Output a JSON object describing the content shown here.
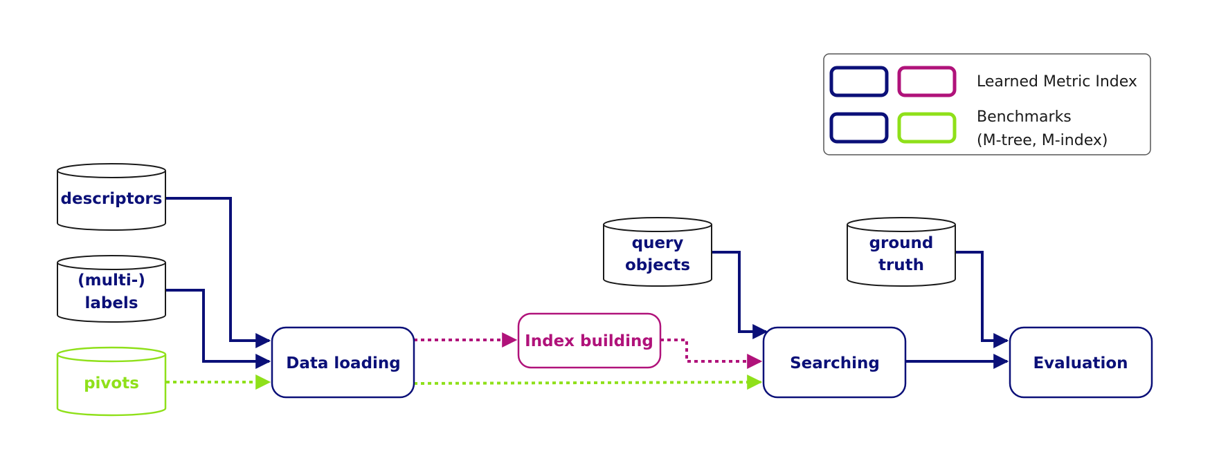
{
  "colors": {
    "navy": "#0b1078",
    "magenta": "#b0127a",
    "lime": "#8fe01a",
    "black": "#1a1a1a"
  },
  "cylinders": {
    "descriptors": {
      "line1": "descriptors",
      "line2": ""
    },
    "labels": {
      "line1": "(multi-)",
      "line2": "labels"
    },
    "pivots": {
      "line1": "pivots",
      "line2": ""
    },
    "query": {
      "line1": "query",
      "line2": "objects"
    },
    "ground": {
      "line1": "ground",
      "line2": "truth"
    }
  },
  "processes": {
    "data_loading": "Data loading",
    "index_building": "Index building",
    "searching": "Searching",
    "evaluation": "Evaluation"
  },
  "legend": {
    "lmi_label": "Learned Metric Index",
    "bench_line1": "Benchmarks",
    "bench_line2": "(M-tree, M-index)"
  }
}
